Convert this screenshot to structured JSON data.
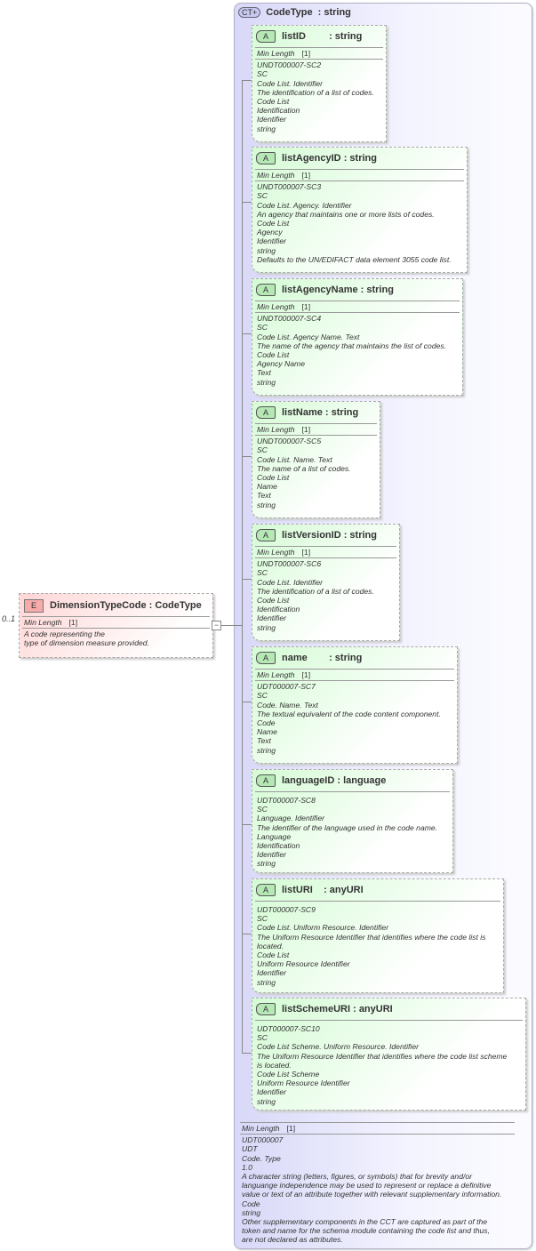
{
  "element": {
    "occurs": "0..1",
    "badge": "E",
    "name": "DimensionTypeCode",
    "type": ": CodeType",
    "facet_label": "Min Length",
    "facet_value": "[1]",
    "doc": "A code representing the\ntype of dimension measure provided.",
    "collapse": "−"
  },
  "complex_type": {
    "badge": "CT+",
    "name": "CodeType",
    "type": ": string",
    "footer": {
      "facet_label": "Min Length",
      "facet_value": "[1]",
      "doc": "UDT000007\nUDT\nCode. Type\n1.0\nA character string (letters, figures, or symbols) that for brevity and/or\nlanguange independence may be used to represent or replace a definitive\nvalue or text of an attribute together with relevant supplementary information.\nCode\nstring\nOther supplementary components in the CCT are captured as part of the\ntoken and name for the schema module containing the code list and thus,\nare not declared as attributes."
    }
  },
  "attributes": [
    {
      "badge": "A",
      "name": "listID",
      "type": ": string",
      "facet_label": "Min Length",
      "facet_value": "[1]",
      "doc": "UNDT000007-SC2\nSC\nCode List. Identifier\nThe identification of a list of codes.\nCode List\nIdentification\nIdentifier\nstring"
    },
    {
      "badge": "A",
      "name": "listAgencyID",
      "type": ": string",
      "facet_label": "Min Length",
      "facet_value": "[1]",
      "doc": "UNDT000007-SC3\nSC\nCode List. Agency. Identifier\nAn agency that maintains one or more lists of codes.\nCode List\nAgency\nIdentifier\nstring\nDefaults to the UN/EDIFACT data element 3055 code list."
    },
    {
      "badge": "A",
      "name": "listAgencyName",
      "type": ": string",
      "facet_label": "Min Length",
      "facet_value": "[1]",
      "doc": "UNDT000007-SC4\nSC\nCode List. Agency Name. Text\nThe name of the agency that maintains the list of codes.\nCode List\nAgency Name\nText\nstring"
    },
    {
      "badge": "A",
      "name": "listName",
      "type": ": string",
      "facet_label": "Min Length",
      "facet_value": "[1]",
      "doc": "UNDT000007-SC5\nSC\nCode List. Name. Text\nThe name of a list of codes.\nCode List\nName\nText\nstring"
    },
    {
      "badge": "A",
      "name": "listVersionID",
      "type": ": string",
      "facet_label": "Min Length",
      "facet_value": "[1]",
      "doc": "UNDT000007-SC6\nSC\nCode List. Identifier\nThe identification of a list of codes.\nCode List\nIdentification\nIdentifier\nstring"
    },
    {
      "badge": "A",
      "name": "name",
      "type": ": string",
      "facet_label": "Min Length",
      "facet_value": "[1]",
      "doc": "UDT000007-SC7\nSC\nCode. Name. Text\nThe textual equivalent of the code content component.\nCode\nName\nText\nstring"
    },
    {
      "badge": "A",
      "name": "languageID",
      "type": ": language",
      "doc": "UDT000007-SC8\nSC\nLanguage. Identifier\nThe identifier of the language used in the code name.\nLanguage\nIdentification\nIdentifier\nstring"
    },
    {
      "badge": "A",
      "name": "listURI",
      "type": ": anyURI",
      "doc": "UDT000007-SC9\nSC\nCode List. Uniform Resource. Identifier\nThe Uniform Resource Identifier that identifies where the code list is\nlocated.\nCode List\nUniform Resource Identifier\nIdentifier\nstring"
    },
    {
      "badge": "A",
      "name": "listSchemeURI",
      "type": ": anyURI",
      "doc": "UDT000007-SC10\nSC\nCode List Scheme. Uniform Resource. Identifier\nThe Uniform Resource Identifier that identifies where the code list scheme\nis located.\nCode List Scheme\nUniform Resource Identifier\nIdentifier\nstring"
    }
  ]
}
